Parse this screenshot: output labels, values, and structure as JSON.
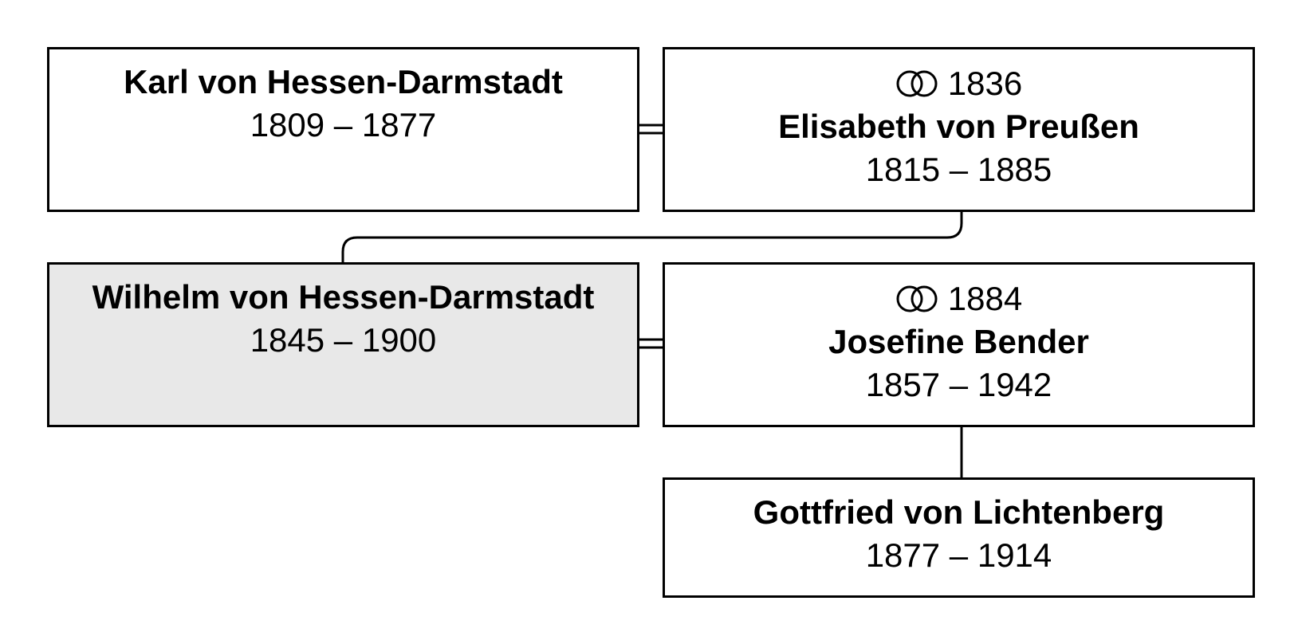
{
  "persons": [
    {
      "name": "Karl von Hessen-Darmstadt",
      "dates": "1809 – 1877"
    },
    {
      "name": "Elisabeth von Preußen",
      "dates": "1815 – 1885",
      "marriage_year": "1836"
    },
    {
      "name": "Wilhelm von Hessen-Darmstadt",
      "dates": "1845 – 1900"
    },
    {
      "name": "Josefine Bender",
      "dates": "1857 – 1942",
      "marriage_year": "1884"
    },
    {
      "name": "Gottfried von Lichtenberg",
      "dates": "1877 – 1914"
    }
  ],
  "icons": {
    "marriage": "interlocked-rings-icon"
  },
  "colors": {
    "border": "#000000",
    "highlight": "#e8e8e8",
    "background": "#ffffff"
  }
}
